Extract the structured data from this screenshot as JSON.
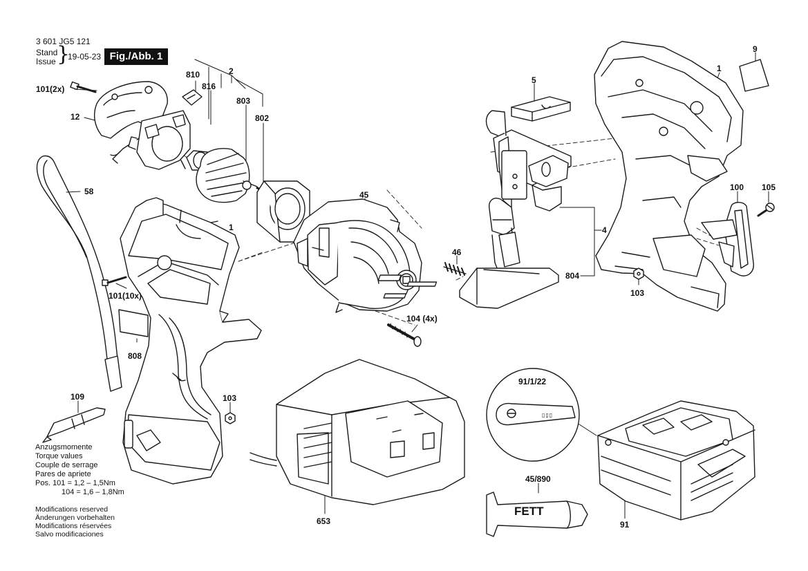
{
  "header": {
    "doc_number": "3 601 JG5 121",
    "stand": "Stand",
    "issue": "Issue",
    "date": "19-05-23",
    "figure": "Fig./Abb. 1"
  },
  "callouts": {
    "c101_2x": "101(2x)",
    "c12": "12",
    "c810": "810",
    "c816": "816",
    "c2": "2",
    "c803": "803",
    "c802": "802",
    "c58": "58",
    "c1a": "1",
    "c101_10x": "101(10x)",
    "c808": "808",
    "c45": "45",
    "c104_4x": "104 (4x)",
    "c5": "5",
    "c46": "46",
    "c804": "804",
    "c4": "4",
    "c1b": "1",
    "c9": "9",
    "c100": "100",
    "c105": "105",
    "c103a": "103",
    "c109": "109",
    "c103b": "103",
    "c91_1_22": "91/1/22",
    "c653": "653",
    "c45_890": "45/890",
    "c91": "91"
  },
  "torque": {
    "lines": [
      "Anzugsmomente",
      "Torque values",
      "Couple de serrage",
      "Pares de apriete"
    ],
    "pos101_label": "Pos. 101",
    "pos101_value": "= 1,2 – 1,5Nm",
    "pos104_label": "104",
    "pos104_value": "= 1,6 – 1,8Nm"
  },
  "modifications": [
    "Modifications reserved",
    "Änderungen vorbehalten",
    "Modifications réservées",
    "Salvo modificaciones"
  ],
  "grease_label": "FETT",
  "label_code": "▯▯▯"
}
